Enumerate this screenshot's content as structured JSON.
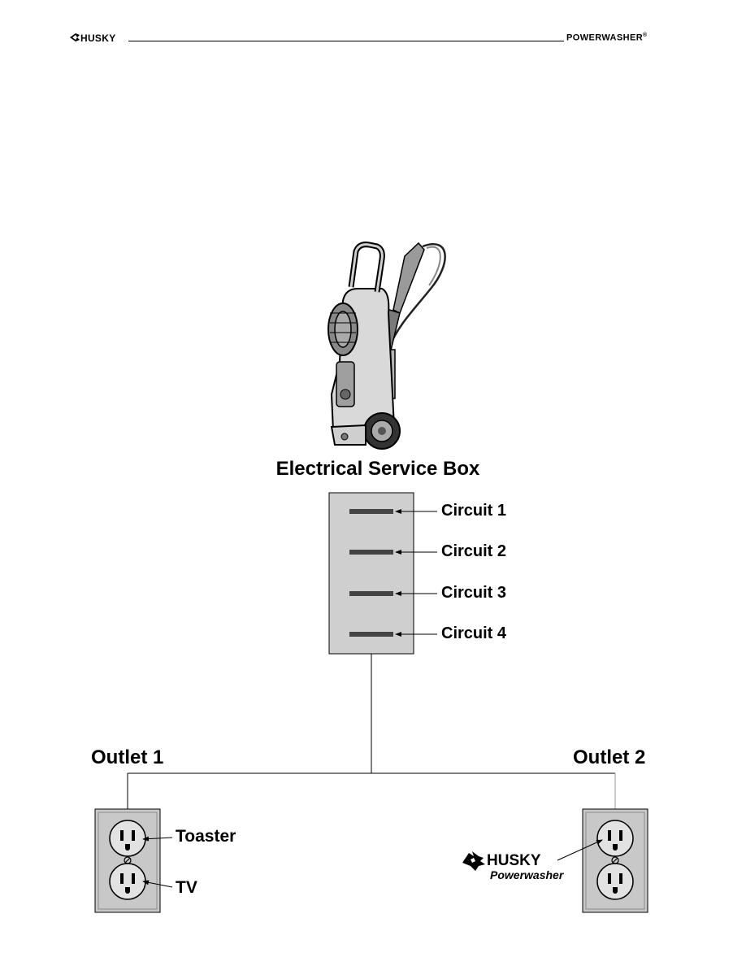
{
  "header": {
    "brand_logo": "husky-logo",
    "product_label": "POWERWASHER",
    "registered_mark": "®"
  },
  "diagram": {
    "title": "Electrical Service Box",
    "circuits": [
      "Circuit 1",
      "Circuit 2",
      "Circuit 3",
      "Circuit 4"
    ],
    "outlets": [
      {
        "label": "Outlet 1",
        "appliances": [
          "Toaster",
          "TV"
        ]
      },
      {
        "label": "Outlet 2",
        "appliances": [
          "HUSKY Powerwasher"
        ]
      }
    ],
    "pressure_washer_icon": "pressure-washer-illustration",
    "powerwasher_logo": {
      "brand": "HUSKY",
      "product": "Powerwasher"
    }
  },
  "colors": {
    "panel_fill": "#cfcfcf",
    "breaker": "#444444",
    "outlet_plate": "#c8c8c8",
    "line": "#000000"
  }
}
